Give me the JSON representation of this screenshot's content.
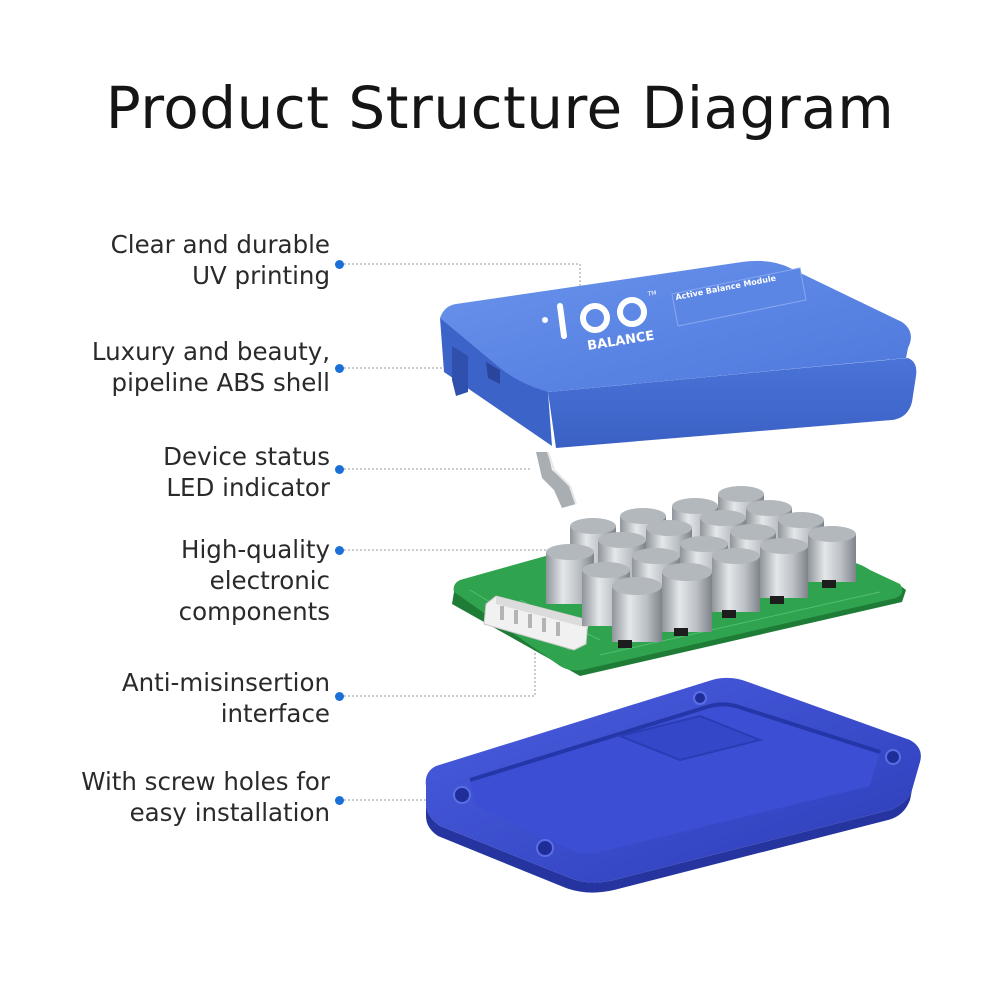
{
  "title": "Product Structure Diagram",
  "colors": {
    "accent": "#1a6fd8",
    "lid": "#4f7fe3",
    "base": "#3346c9",
    "pcb": "#2fa34d"
  },
  "labels": [
    {
      "line1": "Clear and durable",
      "line2": "UV printing"
    },
    {
      "line1": "Luxury and beauty,",
      "line2": "pipeline ABS shell"
    },
    {
      "line1": "Device status",
      "line2": "LED indicator"
    },
    {
      "line1": "High-quality",
      "line2": "electronic",
      "line3": "components"
    },
    {
      "line1": "Anti-misinsertion",
      "line2": "interface"
    },
    {
      "line1": "With screw holes for",
      "line2": "easy installation"
    }
  ],
  "logo": {
    "brand": "BALANCE",
    "tm": "TM",
    "module_text": "Active Balance Module"
  }
}
